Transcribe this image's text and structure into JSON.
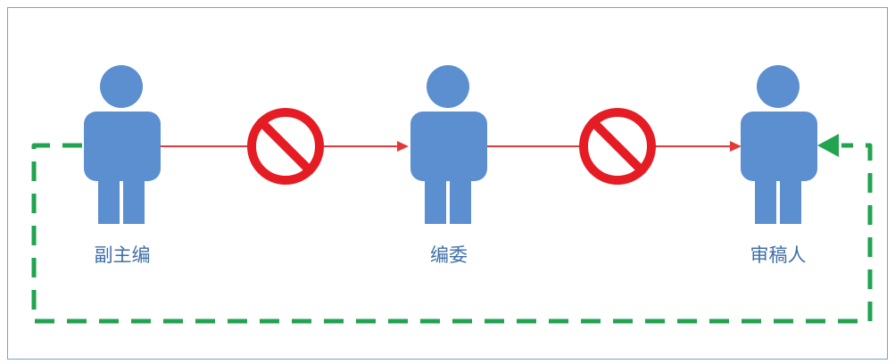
{
  "diagram": {
    "roles": [
      {
        "label": "副主编"
      },
      {
        "label": "编委"
      },
      {
        "label": "审稿人"
      }
    ],
    "colors": {
      "person": "#5b8fcf",
      "forward_arrow": "#e23a3a",
      "prohibition": "#e51c23",
      "return_path": "#21a34f",
      "frame": "#6ea3df",
      "label": "#3f6fa8"
    },
    "icons": {
      "person": "person-icon",
      "blocked": "prohibited-icon",
      "return_arrow": "triangle-arrow-left-icon"
    }
  }
}
